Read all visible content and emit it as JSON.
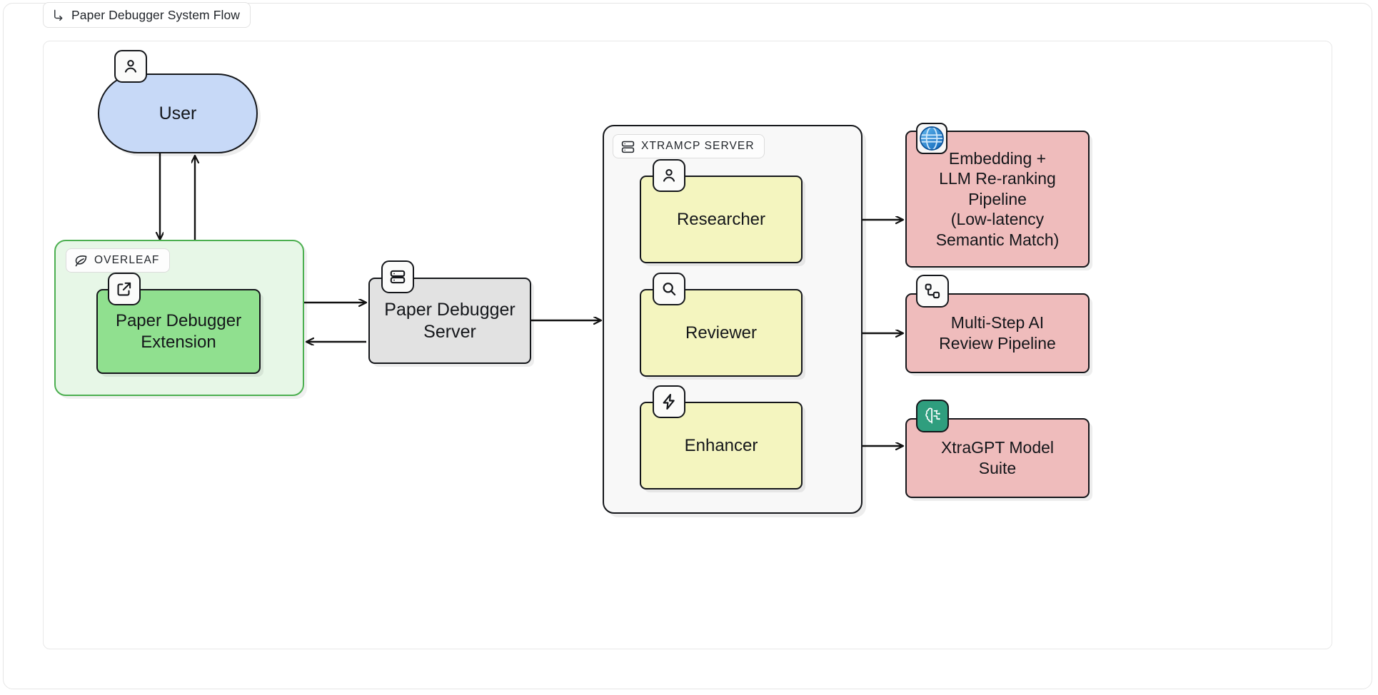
{
  "header": {
    "title": "Paper Debugger System Flow",
    "icon": "flow-diagram-icon"
  },
  "diagram": {
    "type": "flowchart",
    "groups": [
      {
        "id": "overleaf",
        "label": "OVERLEAF",
        "icon": "leaf-icon",
        "fill": "#e7f7e7",
        "stroke": "#4caf50"
      },
      {
        "id": "xtramcp",
        "label": "XTRAMCP SERVER",
        "icon": "server-icon",
        "fill": "#f8f8f8",
        "stroke": "#14161a"
      }
    ],
    "nodes": [
      {
        "id": "user",
        "label": "User",
        "icon": "user-icon",
        "shape": "stadium",
        "fill": "#c7d9f7"
      },
      {
        "id": "extension",
        "label": "Paper Debugger Extension",
        "line1": "Paper Debugger",
        "line2": "Extension",
        "icon": "external-link-icon",
        "shape": "rounded-rect",
        "fill": "#90e08f",
        "group": "overleaf"
      },
      {
        "id": "server",
        "label": "Paper Debugger Server",
        "line1": "Paper Debugger",
        "line2": "Server",
        "icon": "server-icon",
        "shape": "rounded-rect",
        "fill": "#e2e2e2"
      },
      {
        "id": "researcher",
        "label": "Researcher",
        "icon": "user-icon",
        "shape": "rounded-rect",
        "fill": "#f4f5bf",
        "group": "xtramcp"
      },
      {
        "id": "reviewer",
        "label": "Reviewer",
        "icon": "search-icon",
        "shape": "rounded-rect",
        "fill": "#f4f5bf",
        "group": "xtramcp"
      },
      {
        "id": "enhancer",
        "label": "Enhancer",
        "icon": "lightning-bolt-icon",
        "shape": "rounded-rect",
        "fill": "#f4f5bf",
        "group": "xtramcp"
      },
      {
        "id": "embedding",
        "label": "Embedding + LLM Re-ranking Pipeline (Low-latency Semantic Match)",
        "lines": [
          "Embedding +",
          "LLM Re-ranking",
          "Pipeline",
          "(Low-latency",
          "Semantic Match)"
        ],
        "icon": "globe-icon",
        "shape": "rounded-rect",
        "fill": "#efbcbc"
      },
      {
        "id": "multistep",
        "label": "Multi-Step AI Review Pipeline",
        "lines": [
          "Multi-Step AI",
          "Review Pipeline"
        ],
        "icon": "workflow-nodes-icon",
        "shape": "rounded-rect",
        "fill": "#efbcbc"
      },
      {
        "id": "xtragpt",
        "label": "XtraGPT Model Suite",
        "lines": [
          "XtraGPT Model",
          "Suite"
        ],
        "icon": "brain-circuit-icon",
        "shape": "rounded-rect",
        "fill": "#efbcbc"
      }
    ],
    "edges": [
      {
        "from": "user",
        "to": "extension",
        "direction": "forward"
      },
      {
        "from": "extension",
        "to": "user",
        "direction": "forward"
      },
      {
        "from": "extension",
        "to": "server",
        "direction": "forward"
      },
      {
        "from": "server",
        "to": "extension",
        "direction": "forward"
      },
      {
        "from": "server",
        "to": "xtramcp",
        "direction": "forward"
      },
      {
        "from": "researcher",
        "to": "embedding",
        "direction": "forward"
      },
      {
        "from": "reviewer",
        "to": "multistep",
        "direction": "forward"
      },
      {
        "from": "enhancer",
        "to": "xtragpt",
        "direction": "forward"
      }
    ]
  },
  "colors": {
    "user_fill": "#c7d9f7",
    "extension_fill": "#90e08f",
    "overleaf_group_fill": "#e7f7e7",
    "overleaf_group_stroke": "#4caf50",
    "server_fill": "#e2e2e2",
    "agent_fill": "#f4f5bf",
    "pipeline_fill": "#efbcbc",
    "xtragpt_badge_fill": "#2f9e7e",
    "stroke": "#14161a",
    "canvas_bg": "#ffffff"
  }
}
